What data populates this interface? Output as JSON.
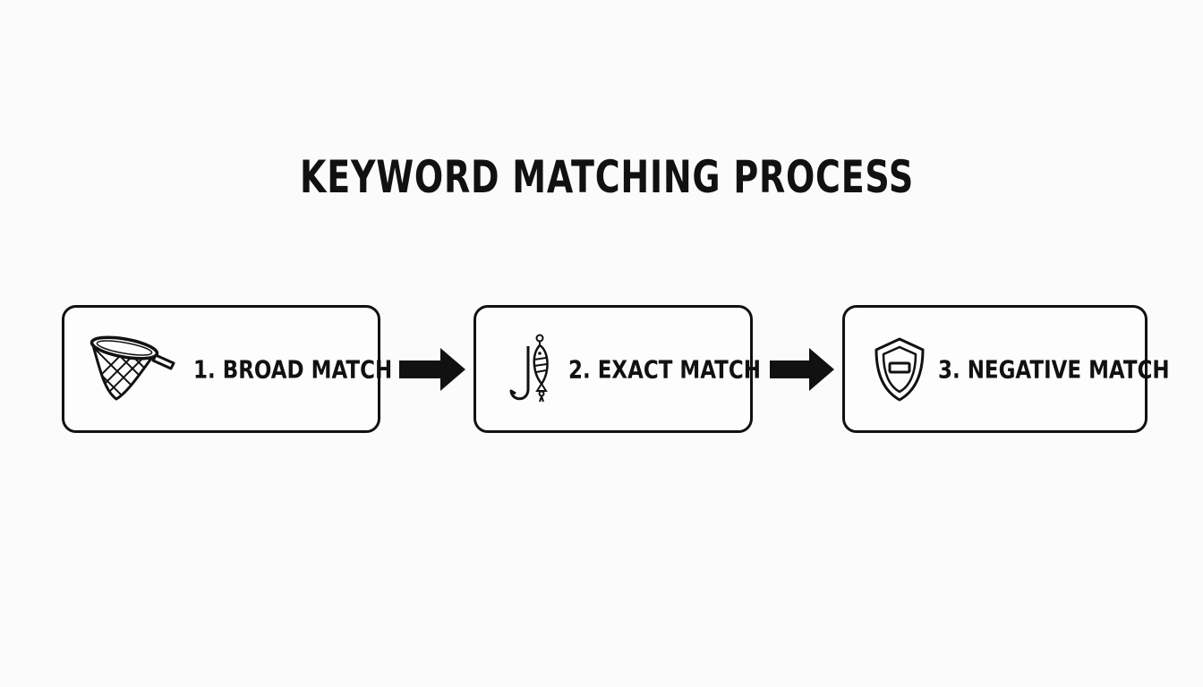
{
  "title": "KEYWORD MATCHING PROCESS",
  "steps": [
    {
      "label": "1. BROAD MATCH",
      "icon": "fishing-net-icon"
    },
    {
      "label": "2. EXACT MATCH",
      "icon": "fishing-lure-icon"
    },
    {
      "label": "3. NEGATIVE MATCH",
      "icon": "shield-minus-icon"
    }
  ],
  "connectors": [
    "arrow-right-icon",
    "arrow-right-icon"
  ],
  "colors": {
    "background": "#fbfbfb",
    "ink": "#111111"
  }
}
